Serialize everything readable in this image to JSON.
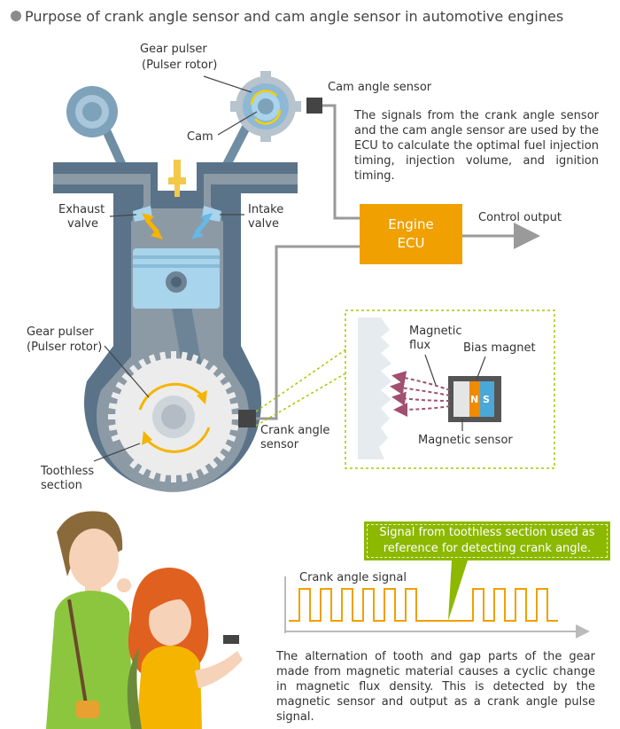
{
  "title": "Purpose of crank angle sensor and cam angle sensor in automotive engines",
  "labels": {
    "gear_pulser_top_1": "Gear pulser",
    "gear_pulser_top_2": "(Pulser rotor)",
    "cam": "Cam",
    "cam_angle_sensor": "Cam angle sensor",
    "exhaust_1": "Exhaust",
    "exhaust_2": "valve",
    "intake_1": "Intake",
    "intake_2": "valve",
    "gear_pulser_bottom_1": "Gear pulser",
    "gear_pulser_bottom_2": "(Pulser rotor)",
    "toothless_1": "Toothless",
    "toothless_2": "section",
    "crank_sensor_1": "Crank angle",
    "crank_sensor_2": "sensor",
    "control_output": "Control output",
    "ecu_1": "Engine",
    "ecu_2": "ECU",
    "magnetic_flux_1": "Magnetic",
    "magnetic_flux_2": "flux",
    "bias_magnet": "Bias magnet",
    "magnetic_sensor": "Magnetic sensor",
    "n": "N",
    "s": "S",
    "crank_angle_signal": "Crank angle signal"
  },
  "paragraphs": {
    "ecu_text": "The signals from the crank angle sensor and the cam angle sensor are used by the ECU to calculate the optimal fuel injection timing, injection volume, and ignition timing.",
    "signal_text": "The alternation of tooth and gap parts of the gear made from magnetic material causes a cyclic change in magnetic flux density. This is detected by the magnetic sensor and output as a crank angle pulse signal."
  },
  "callout": {
    "line1": "Signal from toothless section used as",
    "line2": "reference for detecting crank angle."
  },
  "colors": {
    "engine_block": "#5a7389",
    "engine_interior": "#8c9aa6",
    "ecu": "#f0a000",
    "callout": "#8cb800",
    "signal": "#f0a000",
    "piston": "#a8d4ec",
    "flux_arrows": "#a05070"
  }
}
